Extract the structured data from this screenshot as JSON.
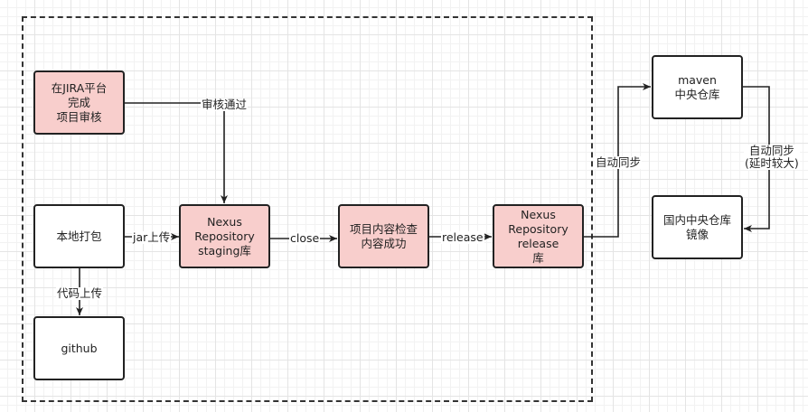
{
  "nodes": {
    "jira": "在JIRA平台\n完成\n项目审核",
    "local_pack": "本地打包",
    "github": "github",
    "nexus_staging": "Nexus\nRepository\nstaging库",
    "content_check": "项目内容检查\n内容成功",
    "nexus_release": "Nexus\nRepository\nrelease\n库",
    "maven_central": "maven\n中央仓库",
    "domestic_mirror": "国内中央仓库\n镜像"
  },
  "edges": {
    "review_passed": "审核通过",
    "jar_upload": "jar上传",
    "code_upload": "代码上传",
    "close": "close",
    "release": "release",
    "auto_sync": "自动同步",
    "auto_sync_delayed": "自动同步\n(延时较大)"
  },
  "colors": {
    "highlight_fill": "#f8cecc",
    "stroke": "#222222"
  }
}
